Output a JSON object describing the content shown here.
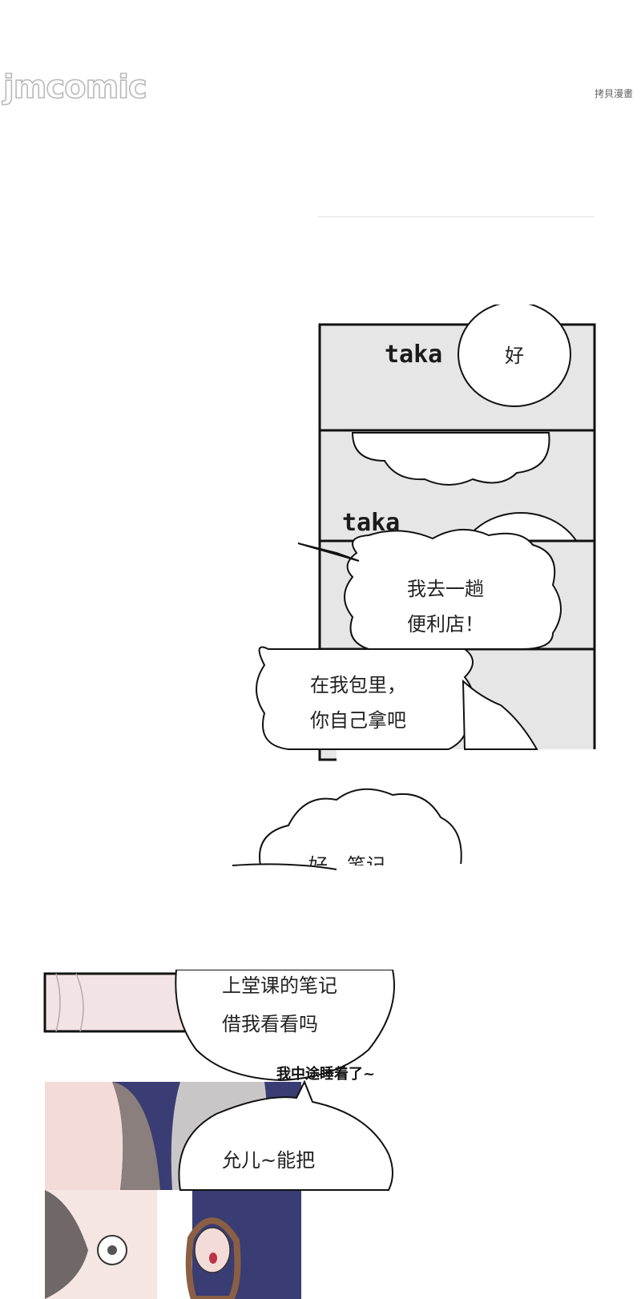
{
  "watermark": {
    "logo_text": "jmcomic",
    "credit_text": "拷貝漫畫"
  },
  "panels": {
    "panel1": {
      "sfx": "taka",
      "bubble": "好"
    },
    "panel2": {
      "sfx": "taka"
    },
    "bubble_store": {
      "line1": "我去一趟",
      "line2": "便利店！"
    },
    "bubble_bag": {
      "line1": "在我包里，",
      "line2": "你自己拿吧"
    },
    "bubble_notes_partial": {
      "text": "好，笔记"
    }
  },
  "lower": {
    "bubble_request": {
      "line1": "上堂课的笔记",
      "line2": "借我看看吗"
    },
    "aside": "我中途睡着了~",
    "bubble_call": {
      "line1": "允儿~能把"
    }
  },
  "colors": {
    "panel_bg": "#e6e6e6",
    "ink": "#111111",
    "skin": "#f3dcd8",
    "navy": "#3a3d73",
    "hair": "#8a7f7c"
  }
}
